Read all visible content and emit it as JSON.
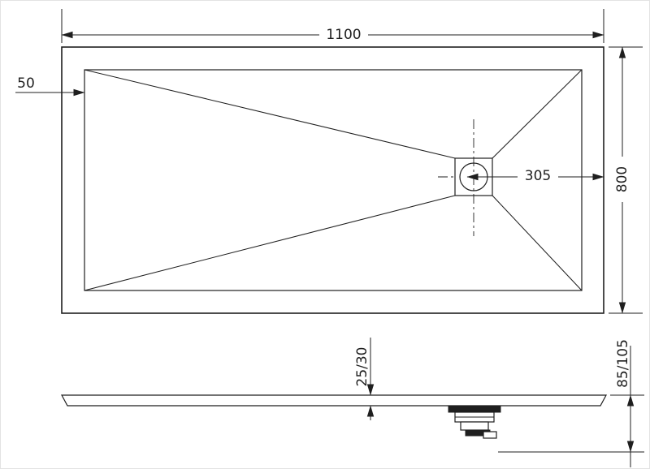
{
  "drawing": {
    "background_color": "#ffffff",
    "line_color": "#1f1f1f",
    "top_view": {
      "overall_width_label": "1100",
      "overall_depth_label": "800",
      "rim_width_label": "50",
      "drain_to_edge_label": "305"
    },
    "side_view": {
      "tray_thickness_label": "25/30",
      "overall_height_label": "85/105"
    }
  }
}
